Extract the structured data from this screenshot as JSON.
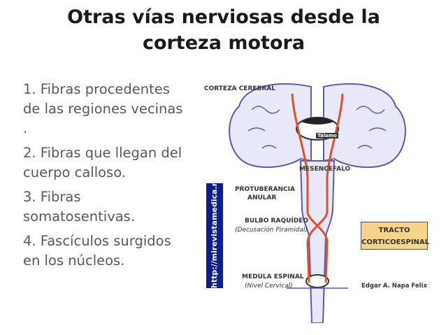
{
  "title_line1": "Otras vías nerviosas desde la",
  "title_line2": "corteza motora",
  "items": [
    "1. Fibras procedentes de las regiones vecinas .",
    "2. Fibras que llegan del cuerpo calloso.",
    "3. Fibras somatosentivas.",
    "4. Fascículos surgidos en los núcleos."
  ],
  "diagram": {
    "corteza": "CORTEZA CEREBRAL",
    "talamo": "Tálamo",
    "mesencefalo": "MESENCEFALO",
    "protuberancia1": "PROTUBERANCIA",
    "protuberancia2": "ANULAR",
    "bulbo1": "BULBO  RAQUÍDEO",
    "bulbo2": "(Decusación Piramidal)",
    "medula1": "MEDULA ESPINAL",
    "medula2": "(Nivel Cervical)",
    "tracto1": "TRACTO",
    "tracto2": "CORTICOESPINAL",
    "author": "Edgar A. Napa Felix",
    "watermark": "http://mirevistamedica.net"
  },
  "colors": {
    "brain_fill": "#e8e8f8",
    "brain_stroke": "#5a5ab0",
    "tract": "#e0502a",
    "box": "#f6d58a",
    "watermark_bg": "#0b1f8a"
  }
}
